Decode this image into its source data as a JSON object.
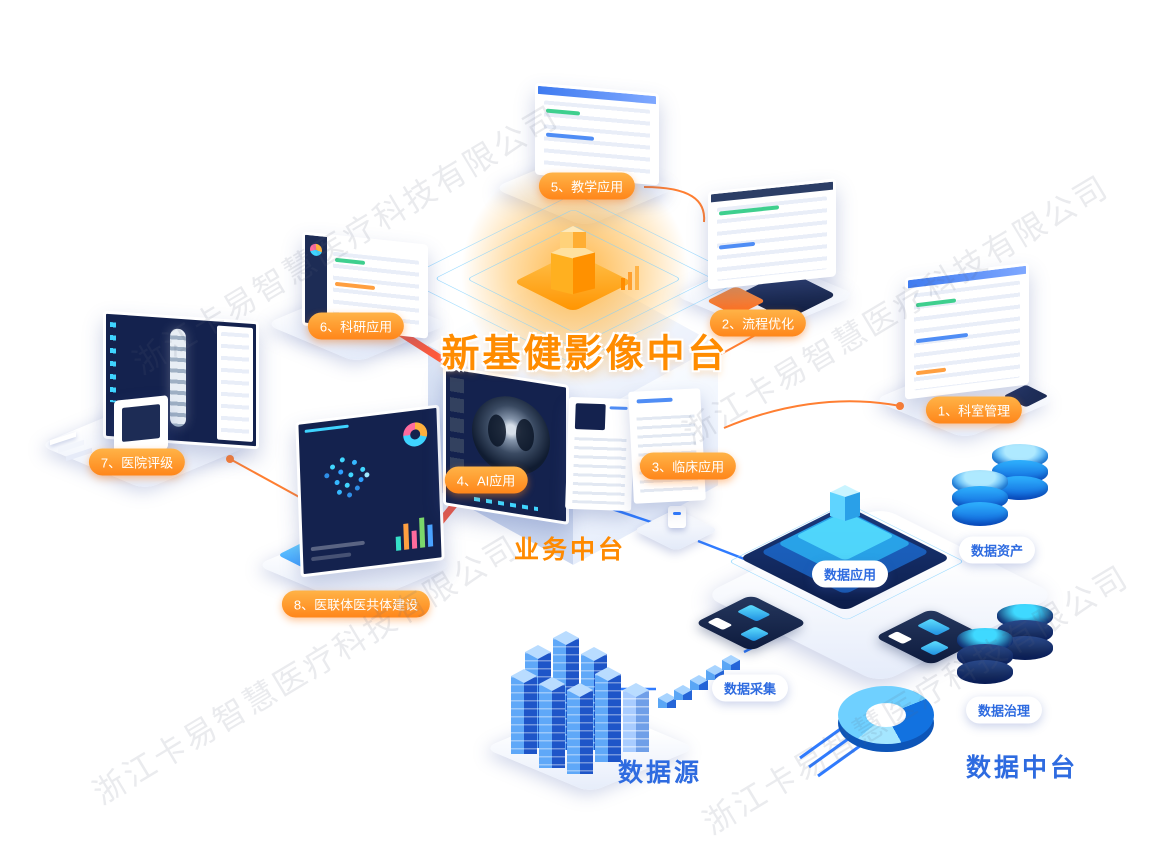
{
  "watermark": "浙江卡易智慧医疗科技有限公司",
  "center": {
    "title": "新基健影像中台",
    "platform_label": "业务中台"
  },
  "business_apps": [
    {
      "label": "1、科室管理"
    },
    {
      "label": "2、流程优化"
    },
    {
      "label": "3、临床应用"
    },
    {
      "label": "4、AI应用"
    },
    {
      "label": "5、教学应用"
    },
    {
      "label": "6、科研应用"
    },
    {
      "label": "7、医院评级"
    },
    {
      "label": "8、医联体医共体建设"
    }
  ],
  "data_platform": {
    "label": "数据中台",
    "modules": [
      {
        "label": "数据应用"
      },
      {
        "label": "数据资产"
      },
      {
        "label": "数据采集"
      },
      {
        "label": "数据治理"
      }
    ]
  },
  "data_source": {
    "label": "数据源"
  },
  "colors": {
    "accent_orange": "#ff8a00",
    "accent_blue": "#2e6be0",
    "navy": "#14224e",
    "cyan": "#35c7f0"
  }
}
